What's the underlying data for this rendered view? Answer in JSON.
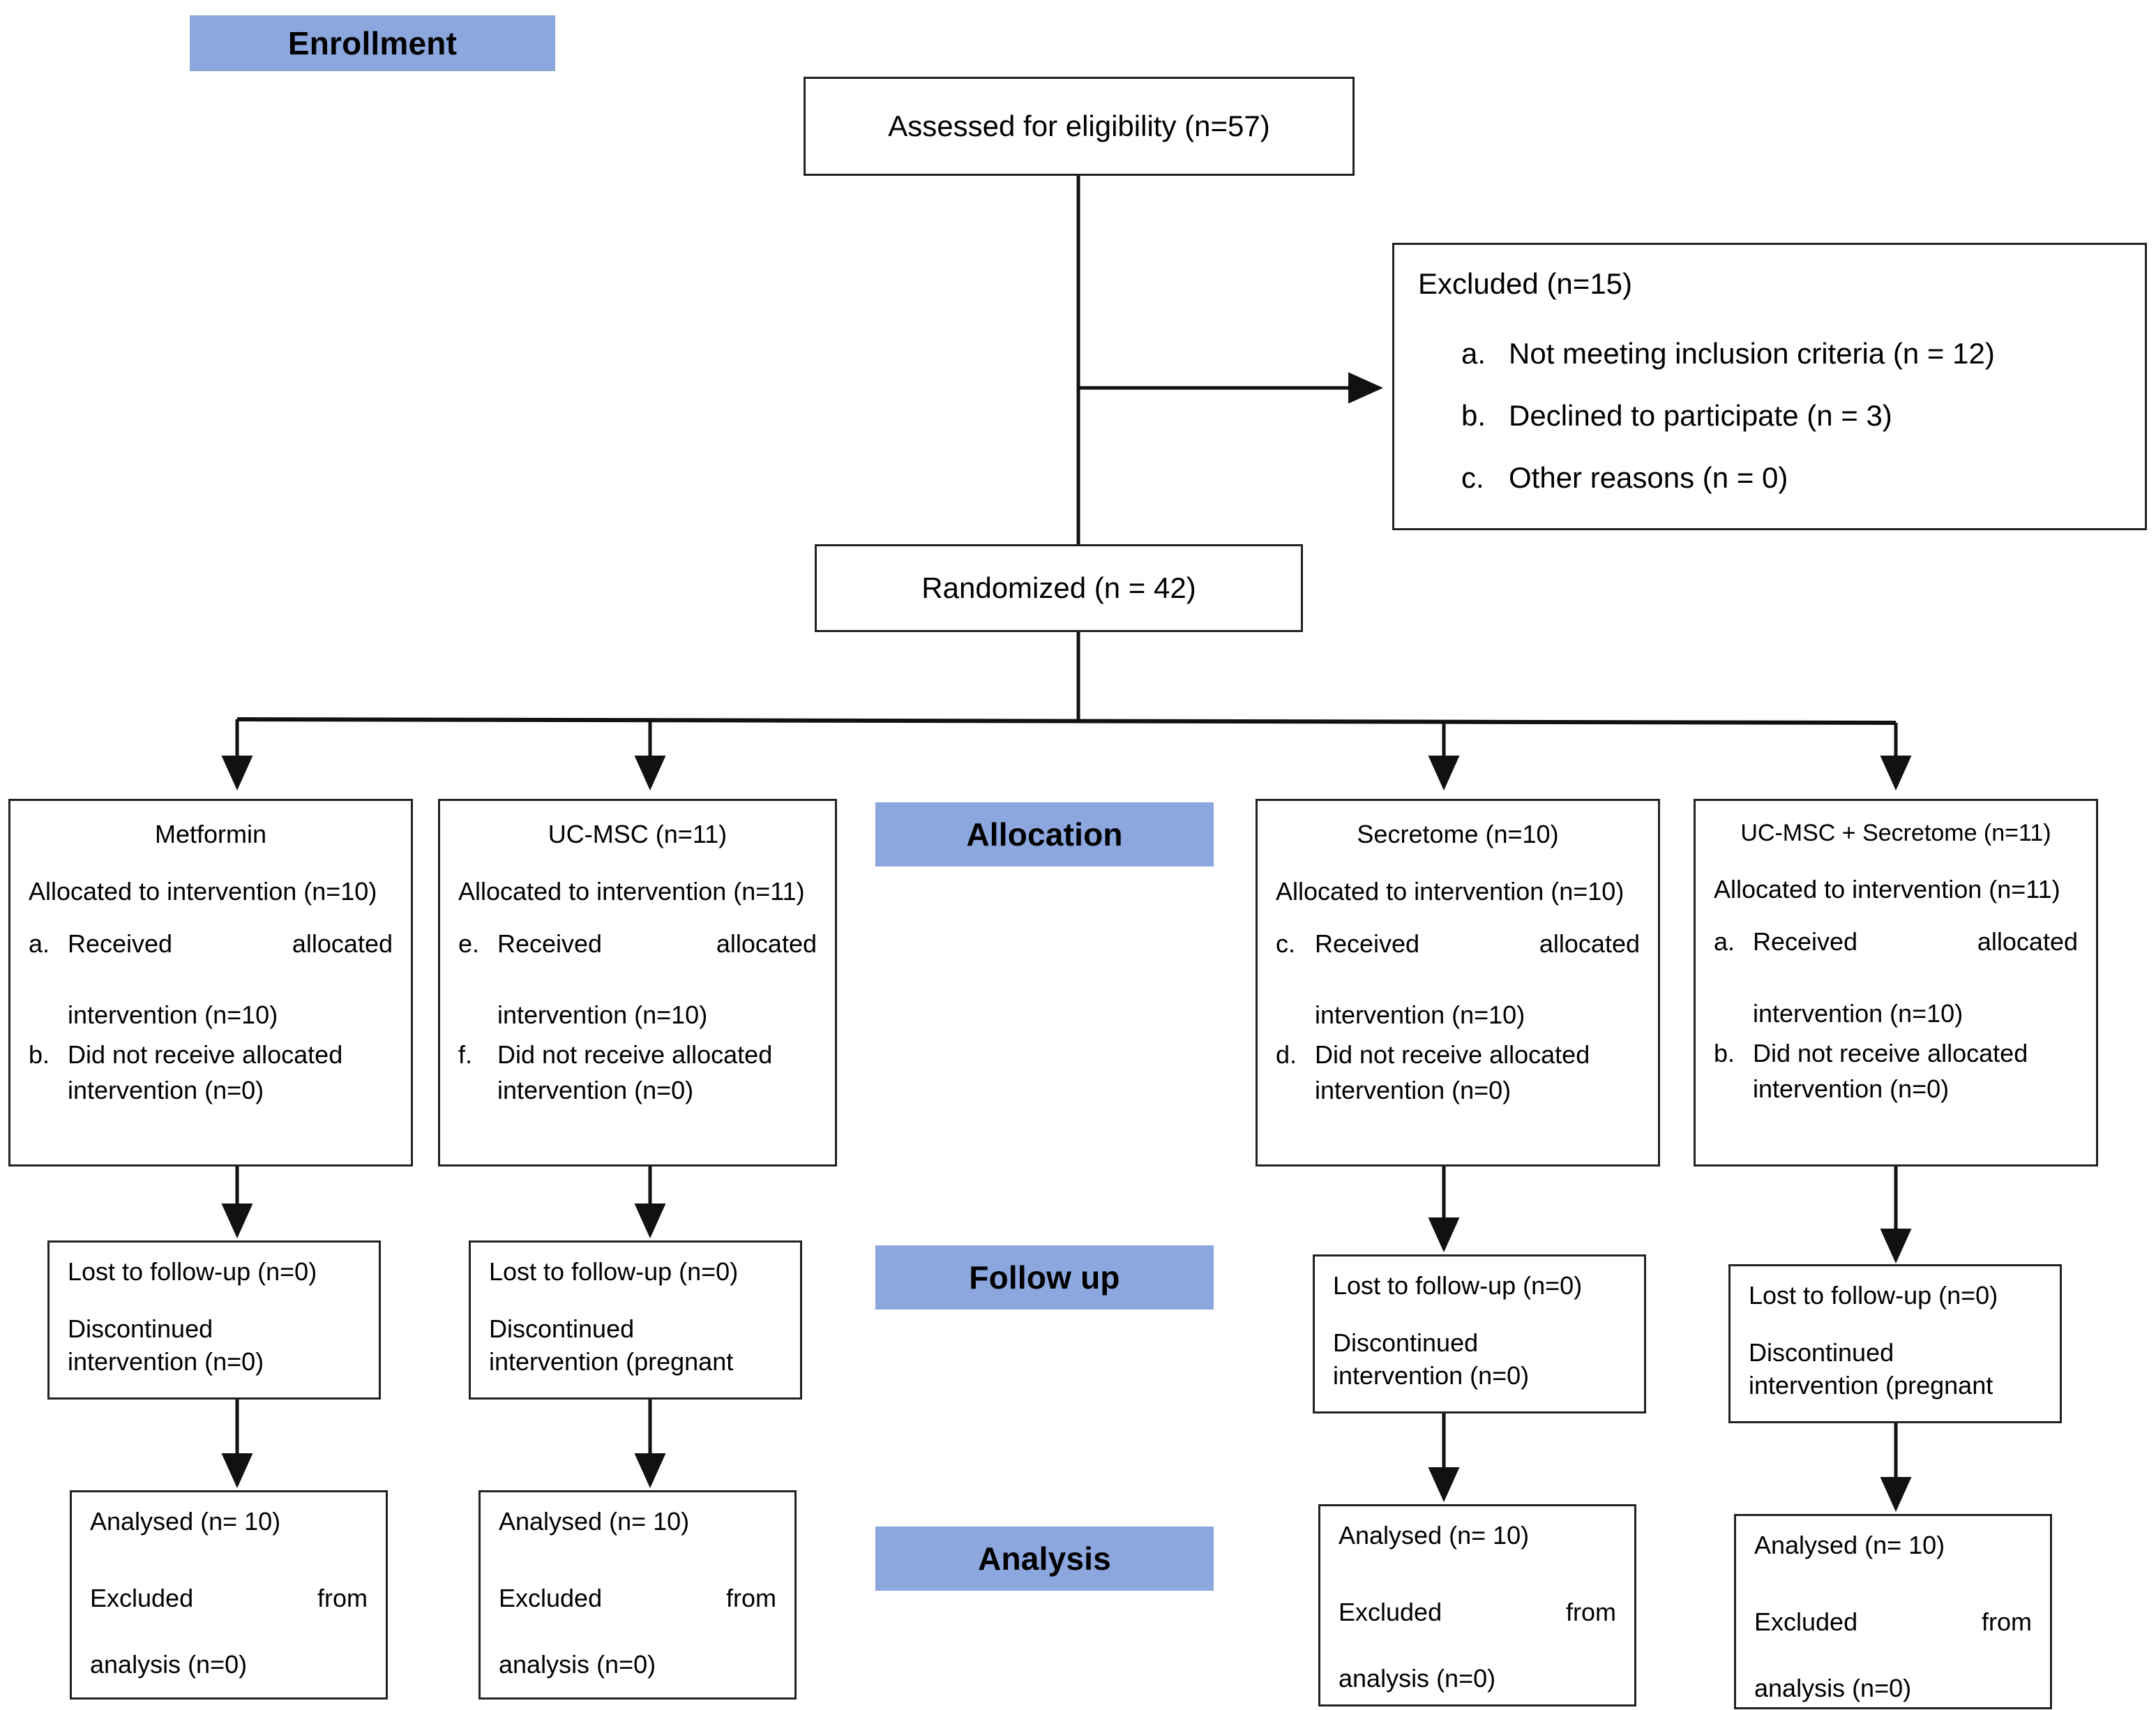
{
  "diagram": {
    "title": "CONSORT participant flow diagram",
    "accent_color": "#8CA7DE",
    "border_color": "#222222"
  },
  "stages": {
    "enrollment": "Enrollment",
    "allocation": "Allocation",
    "follow_up": "Follow up",
    "analysis": "Analysis"
  },
  "enrollment": {
    "assessed": "Assessed for eligibility (n=57)",
    "randomized": "Randomized (n = 42)",
    "excluded": {
      "heading": "Excluded (n=15)",
      "reasons": [
        {
          "marker": "a.",
          "text": "Not meeting inclusion criteria (n = 12)"
        },
        {
          "marker": "b.",
          "text": "Declined to participate (n = 3)"
        },
        {
          "marker": "c.",
          "text": "Other reasons (n = 0)"
        }
      ]
    }
  },
  "arms": [
    {
      "id": "metformin",
      "title": "Metformin",
      "allocated": "Allocated to intervention (n=10)",
      "items": [
        {
          "marker": "a.",
          "line1": "Received",
          "line1_end": "allocated",
          "line2": "intervention (n=10)"
        },
        {
          "marker": "b.",
          "line1": "Did  not  receive  allocated",
          "line1_end": "",
          "line2": "intervention (n=0)"
        }
      ],
      "follow_up": {
        "lost": "Lost to follow-up (n=0)",
        "discontinued_l1": "Discontinued",
        "discontinued_l2": "intervention (n=0)"
      },
      "analysis": {
        "analysed": "Analysed (n= 10)",
        "excluded_l1": "Excluded",
        "excluded_l1_end": "from",
        "excluded_l2": "analysis (n=0)"
      }
    },
    {
      "id": "uc-msc",
      "title": "UC-MSC (n=11)",
      "allocated": "Allocated to intervention (n=11)",
      "items": [
        {
          "marker": "e.",
          "line1": "Received",
          "line1_end": "allocated",
          "line2": "intervention (n=10)"
        },
        {
          "marker": "f.",
          "line1": "Did not receive allocated",
          "line1_end": "",
          "line2": "intervention (n=0)"
        }
      ],
      "follow_up": {
        "lost": "Lost to follow-up (n=0)",
        "discontinued_l1": "Discontinued",
        "discontinued_l2": "intervention (pregnant"
      },
      "analysis": {
        "analysed": "Analysed (n= 10)",
        "excluded_l1": "Excluded",
        "excluded_l1_end": "from",
        "excluded_l2": "analysis (n=0)"
      }
    },
    {
      "id": "secretome",
      "title": "Secretome (n=10)",
      "allocated": "Allocated to intervention (n=10)",
      "items": [
        {
          "marker": "c.",
          "line1": "Received",
          "line1_end": "allocated",
          "line2": "intervention (n=10)"
        },
        {
          "marker": "d.",
          "line1": "Did  not  receive  allocated",
          "line1_end": "",
          "line2": "intervention (n=0)"
        }
      ],
      "follow_up": {
        "lost": "Lost to follow-up (n=0)",
        "discontinued_l1": "Discontinued",
        "discontinued_l2": "intervention (n=0)"
      },
      "analysis": {
        "analysed": "Analysed (n= 10)",
        "excluded_l1": "Excluded",
        "excluded_l1_end": "from",
        "excluded_l2": "analysis (n=0)"
      }
    },
    {
      "id": "uc-msc-secretome",
      "title": "UC-MSC + Secretome (n=11)",
      "allocated": "Allocated to intervention (n=11)",
      "items": [
        {
          "marker": "a.",
          "line1": "Received",
          "line1_end": "allocated",
          "line2": "intervention (n=10)"
        },
        {
          "marker": "b.",
          "line1": "Did  not  receive  allocated",
          "line1_end": "",
          "line2": "intervention (n=0)"
        }
      ],
      "follow_up": {
        "lost": "Lost to follow-up (n=0)",
        "discontinued_l1": "Discontinued",
        "discontinued_l2": "intervention (pregnant"
      },
      "analysis": {
        "analysed": "Analysed (n= 10)",
        "excluded_l1": "Excluded",
        "excluded_l1_end": "from",
        "excluded_l2": "analysis (n=0)"
      }
    }
  ]
}
